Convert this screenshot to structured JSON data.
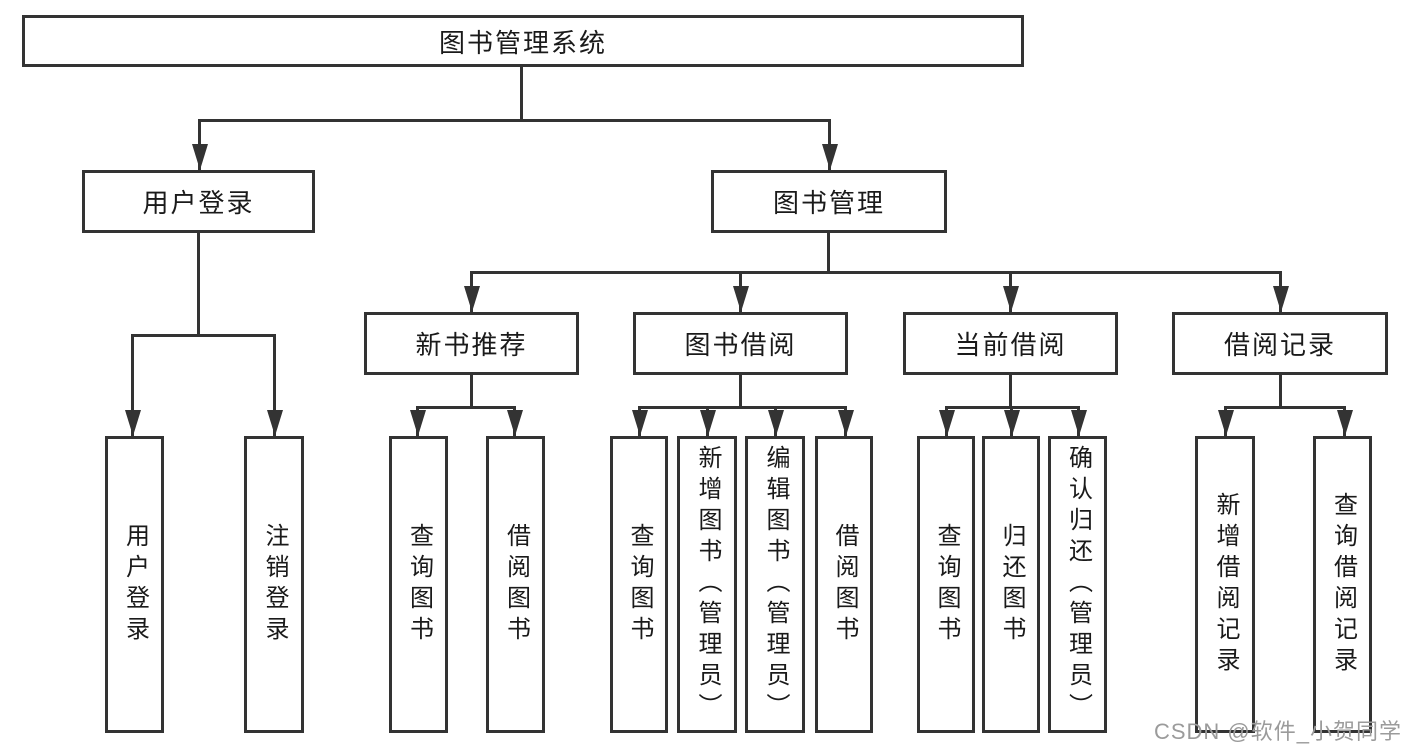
{
  "diagram_type": "hierarchy-tree",
  "tree": {
    "label": "图书管理系统",
    "children": [
      {
        "label": "用户登录",
        "children": [
          {
            "label": "用户登录"
          },
          {
            "label": "注销登录"
          }
        ]
      },
      {
        "label": "图书管理",
        "children": [
          {
            "label": "新书推荐",
            "children": [
              {
                "label": "查询图书"
              },
              {
                "label": "借阅图书"
              }
            ]
          },
          {
            "label": "图书借阅",
            "children": [
              {
                "label": "查询图书"
              },
              {
                "label": "新增图书（管理员）"
              },
              {
                "label": "编辑图书（管理员）"
              },
              {
                "label": "借阅图书"
              }
            ]
          },
          {
            "label": "当前借阅",
            "children": [
              {
                "label": "查询图书"
              },
              {
                "label": "归还图书"
              },
              {
                "label": "确认归还（管理员）"
              }
            ]
          },
          {
            "label": "借阅记录",
            "children": [
              {
                "label": "新增借阅记录"
              },
              {
                "label": "查询借阅记录"
              }
            ]
          }
        ]
      }
    ]
  },
  "watermark": "CSDN @软件_小贺同学",
  "colors": {
    "line": "#333333",
    "text": "#1a1a1a",
    "watermark": "#9b9b9b",
    "background": "#ffffff"
  }
}
